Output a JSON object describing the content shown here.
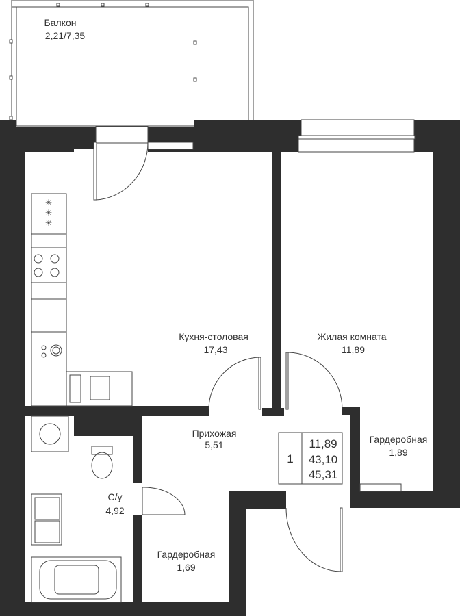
{
  "plan": {
    "wall_color": "#2e2e2e",
    "rooms": [
      {
        "name": "Балкон",
        "area": "2,21/7,35"
      },
      {
        "name": "Кухня-столовая",
        "area": "17,43"
      },
      {
        "name": "Жилая комната",
        "area": "11,89"
      },
      {
        "name": "Прихожая",
        "area": "5,51"
      },
      {
        "name": "Гардеробная",
        "area": "1,89"
      },
      {
        "name": "С/у",
        "area": "4,92"
      },
      {
        "name": "Гардеробная",
        "area": "1,69"
      }
    ],
    "summary": {
      "rooms_count": "1",
      "living_area": "11,89",
      "total_area": "43,10",
      "total_with_balcony": "45,31"
    }
  }
}
